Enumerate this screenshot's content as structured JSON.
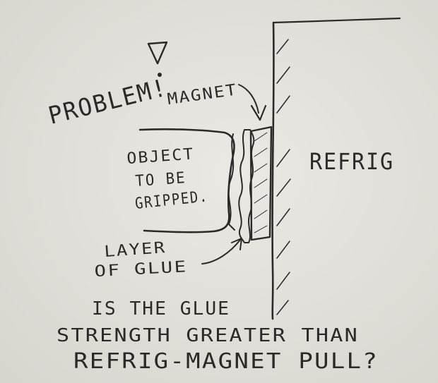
{
  "labels": {
    "problem": "PROBLEM!",
    "magnet": "MAGNET",
    "refrig": "REFRIG",
    "object": [
      "OBJECT",
      "TO BE",
      "GRIPPED."
    ],
    "glue": [
      "LAYER",
      "OF GLUE"
    ]
  },
  "question": [
    "IS THE GLUE",
    "STRENGTH GREATER THAN",
    "REFRIG-MAGNET PULL?"
  ]
}
